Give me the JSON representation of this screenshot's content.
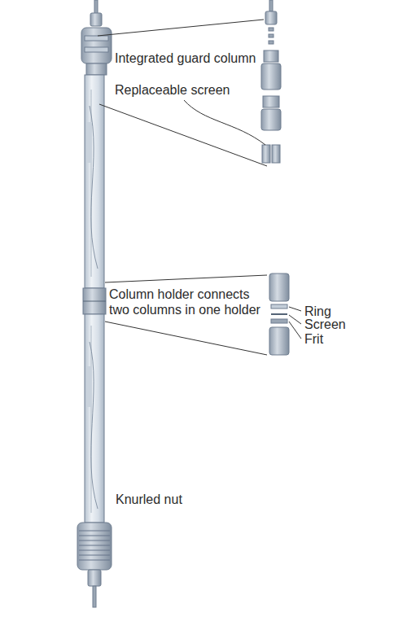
{
  "diagram": {
    "labels": [
      "Integrated guard column",
      "Replaceable screen",
      "Column holder connects two columns in one holder",
      "Ring",
      "Screen",
      "Frit",
      "Knurled nut"
    ]
  }
}
